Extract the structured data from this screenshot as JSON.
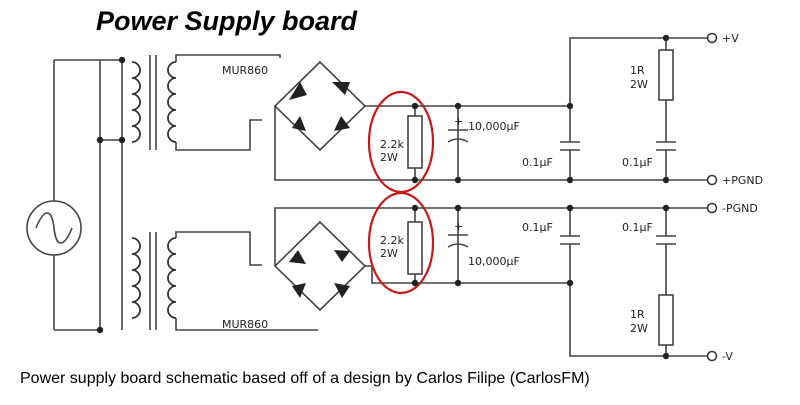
{
  "title": "Power Supply board",
  "caption": "Power supply board schematic based off of a design by Carlos Filipe (CarlosFM)",
  "labels": {
    "diode_top": "MUR860",
    "diode_bottom": "MUR860",
    "res_top_value": "2.2k",
    "res_top_power": "2W",
    "res_bottom_value": "2.2k",
    "res_bottom_power": "2W",
    "cap_top_big": "10,000µF",
    "cap_bottom_big": "10,000µF",
    "cap_top_small1": "0.1µF",
    "cap_top_small2": "0.1µF",
    "cap_bottom_small1": "0.1µF",
    "cap_bottom_small2": "0.1µF",
    "res_top_out_value": "1R",
    "res_top_out_power": "2W",
    "res_bottom_out_value": "1R",
    "res_bottom_out_power": "2W",
    "plus_top": "+",
    "plus_bottom": "+"
  },
  "terminals": {
    "pos_v": "+V",
    "pos_gnd": "+PGND",
    "neg_gnd": "-PGND",
    "neg_v": "-V"
  },
  "colors": {
    "wire": "#444444",
    "highlight": "#c81818"
  }
}
